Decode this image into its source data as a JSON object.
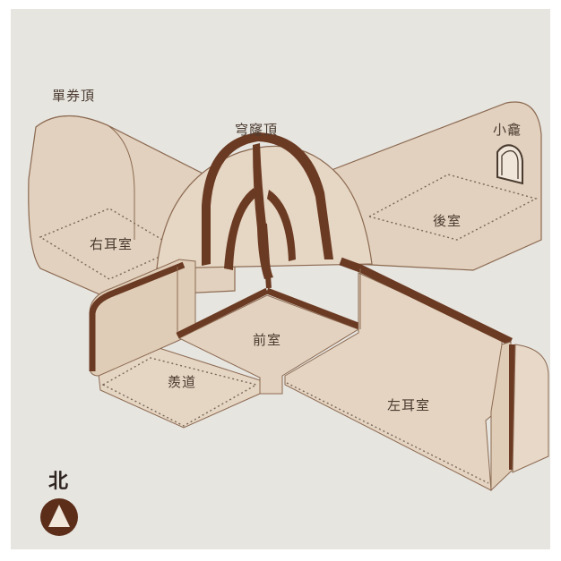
{
  "labels": {
    "single_barrel_vault": "單券頂",
    "cross_vault": "穹窿頂",
    "small_niche": "小龕",
    "back_chamber": "後室",
    "right_ear_chamber": "右耳室",
    "front_chamber": "前室",
    "tomb_passage": "羨道",
    "left_ear_chamber": "左耳室"
  },
  "compass": {
    "label": "北"
  },
  "colors": {
    "background": "#e6e4df",
    "stone": "#e3d2bf",
    "stone_light": "#eadccd",
    "stone_shadow": "#d6c2ab",
    "wall_section": "#6b3a22",
    "outline": "#8b6a52",
    "dotted": "#7a6858"
  }
}
